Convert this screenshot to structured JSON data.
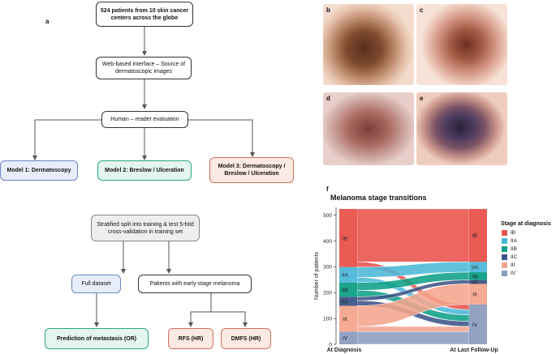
{
  "panel_a": {
    "letter": "a",
    "top_box": "524 patients from 10 skin cancer centers across the globe",
    "source_box": "Web-based interface – Source of dermatoscopic images",
    "reader_box": "Human – reader evaluation",
    "model1": "Model 1: Dermatoscopy",
    "model2": "Model 2: Breslow / Ulceration",
    "model3": "Model 3: Dermatoscopy / Breslow / Ulceration",
    "split_box": "Stratified split into training & test 5-fold cross-validation in training set",
    "full_dataset": "Full dataset",
    "early_stage": "Patients with early-stage melanoma",
    "prediction": "Prediction of metastasis (OR)",
    "rfs": "RFS (HR)",
    "dmfs": "DMFS (HR)"
  },
  "photos": [
    {
      "label": "b"
    },
    {
      "label": "c"
    },
    {
      "label": "d"
    },
    {
      "label": "e"
    }
  ],
  "panel_f": {
    "letter": "f",
    "title": "Melanoma stage transitions",
    "ylabel": "Number of patients",
    "xlabels": [
      "At Diagnosis",
      "At Last Follow-Up"
    ],
    "yticks": [
      "0",
      "100",
      "200",
      "300",
      "400",
      "500"
    ],
    "legend_title": "Stage at diagnosis",
    "legend": [
      "IB",
      "IIA",
      "IIB",
      "IIC",
      "III",
      "IV"
    ],
    "colors": {
      "IB": "#e8524a",
      "IIA": "#4bb8d8",
      "IIB": "#0f9f86",
      "IIC": "#3d5488",
      "III": "#f4a58e",
      "IV": "#8d9dc0"
    }
  },
  "chart_data": {
    "type": "sankey",
    "title": "Melanoma stage transitions",
    "ylabel": "Number of patients",
    "xlabels": [
      "At Diagnosis",
      "At Last Follow-Up"
    ],
    "ylim": [
      0,
      530
    ],
    "stages": [
      "IB",
      "IIA",
      "IIB",
      "IIC",
      "III",
      "IV"
    ],
    "at_diagnosis": {
      "IB": 225,
      "IIA": 60,
      "IIB": 55,
      "IIC": 35,
      "III": 100,
      "IV": 49
    },
    "at_last_followup": {
      "IB": 205,
      "IIA": 40,
      "IIB": 30,
      "IIC": 15,
      "III": 80,
      "IV": 154
    },
    "flows": [
      {
        "from": "IB",
        "to": "IB",
        "value": 205
      },
      {
        "from": "IB",
        "to": "IV",
        "value": 20
      },
      {
        "from": "IIA",
        "to": "IIA",
        "value": 40
      },
      {
        "from": "IIA",
        "to": "IV",
        "value": 20
      },
      {
        "from": "IIB",
        "to": "IIB",
        "value": 30
      },
      {
        "from": "IIB",
        "to": "IV",
        "value": 25
      },
      {
        "from": "IIC",
        "to": "IIC",
        "value": 15
      },
      {
        "from": "IIC",
        "to": "IV",
        "value": 20
      },
      {
        "from": "III",
        "to": "III",
        "value": 80
      },
      {
        "from": "III",
        "to": "IV",
        "value": 20
      },
      {
        "from": "IV",
        "to": "IV",
        "value": 49
      }
    ]
  }
}
